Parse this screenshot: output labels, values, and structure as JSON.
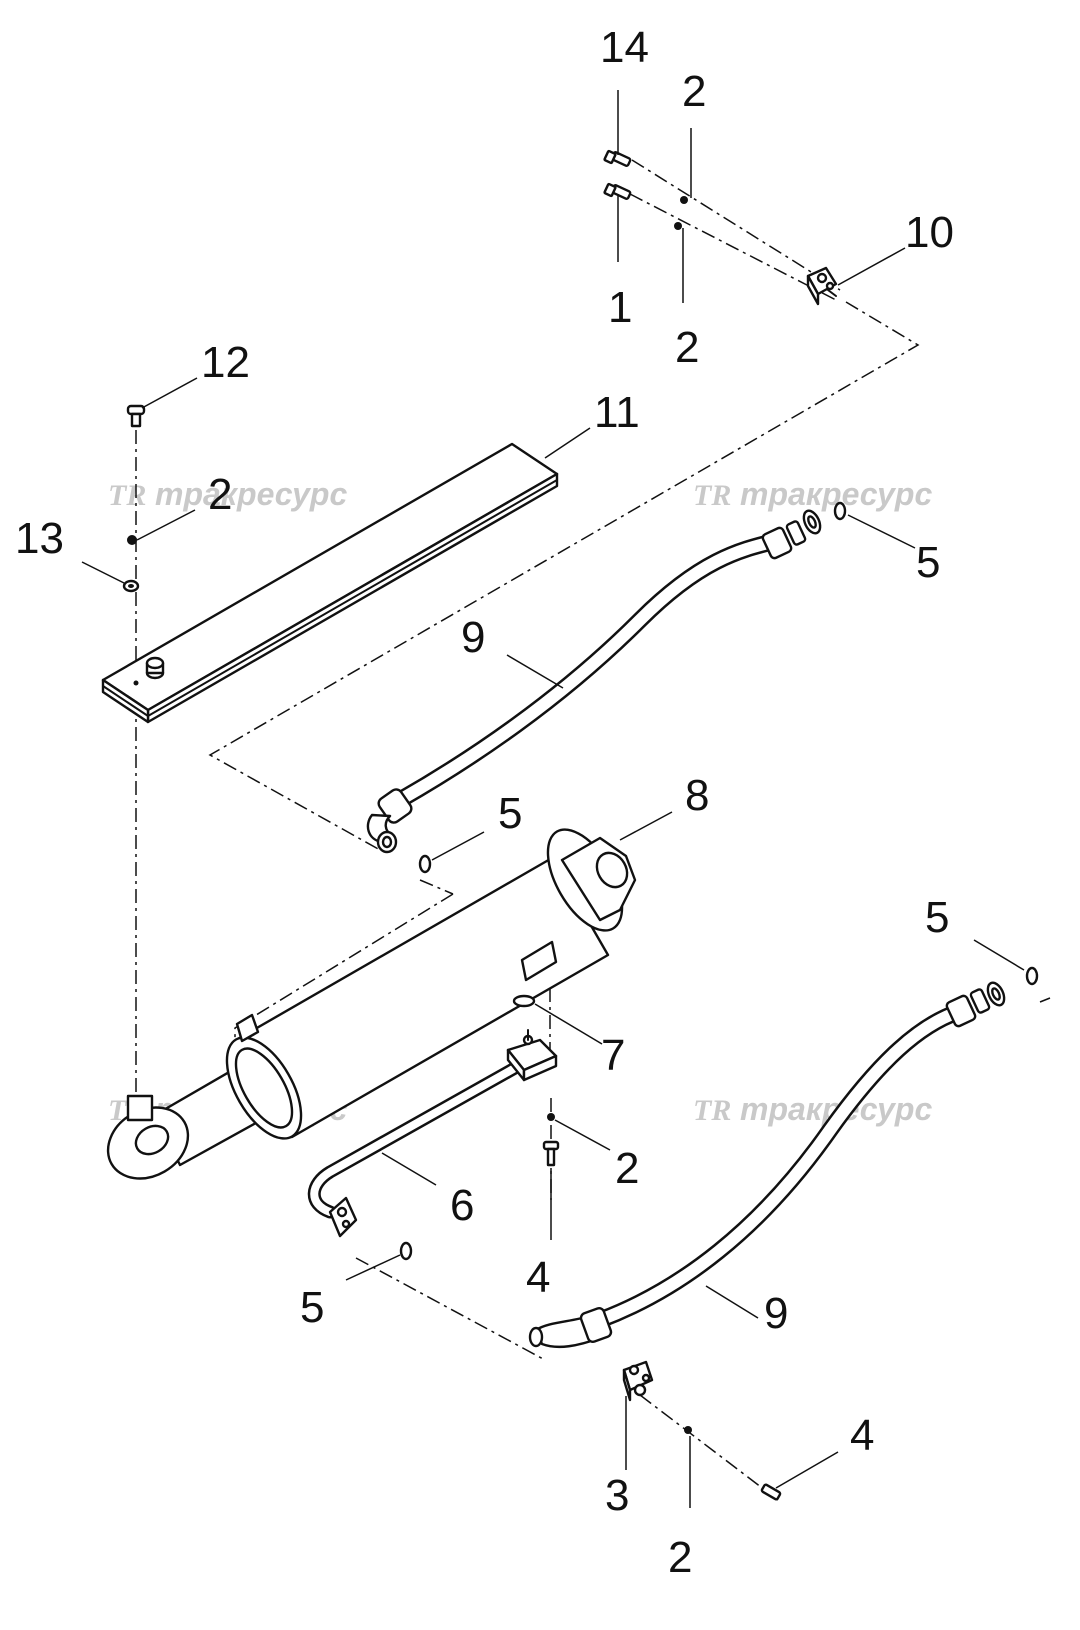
{
  "watermarks": [
    {
      "logo": "TR",
      "text": "тракресурс"
    },
    {
      "logo": "TR",
      "text": "тракресурс"
    },
    {
      "logo": "TR",
      "text": "тракресурс"
    },
    {
      "logo": "TR",
      "text": "тракресурс"
    }
  ],
  "callouts": [
    "14",
    "2",
    "2",
    "1",
    "10",
    "12",
    "11",
    "2",
    "13",
    "5",
    "9",
    "5",
    "8",
    "5",
    "7",
    "2",
    "6",
    "4",
    "5",
    "9",
    "4",
    "3",
    "2"
  ]
}
